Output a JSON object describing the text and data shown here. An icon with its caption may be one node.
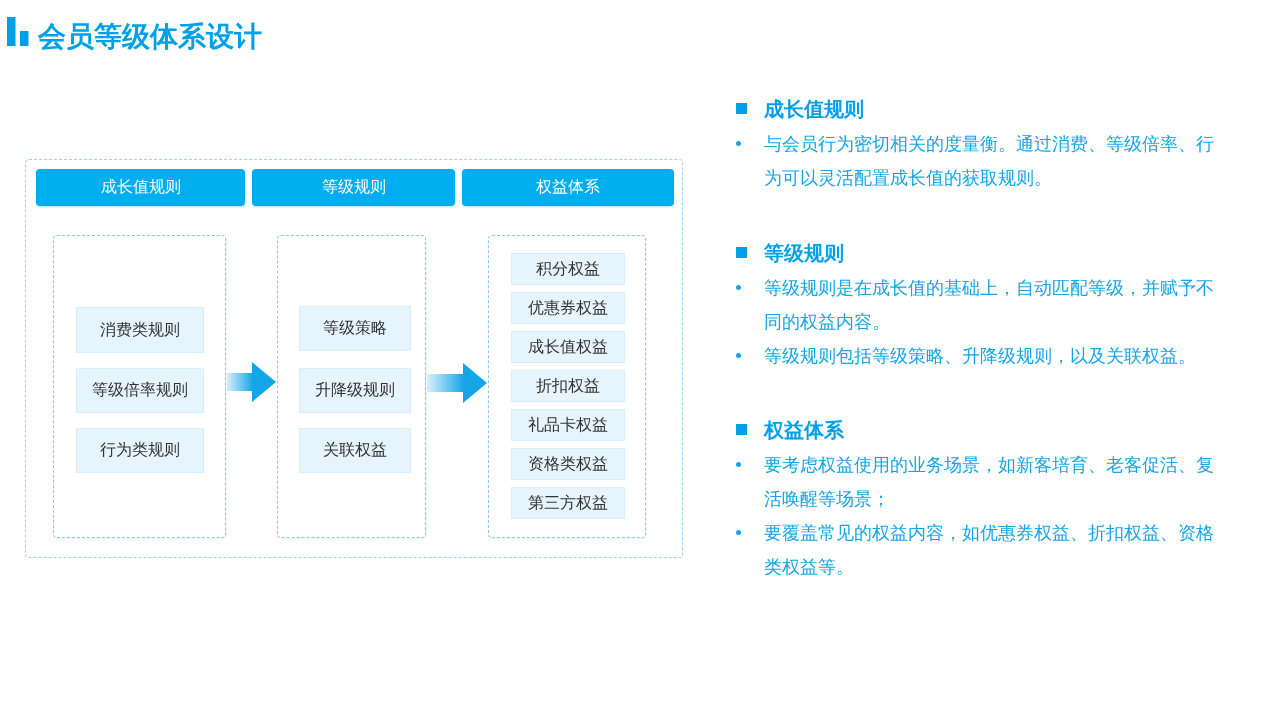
{
  "diagram": {
    "title": "会员等级体系设计",
    "nodes": [
      {
        "text": [],
        "shape": "box"
      },
      {
        "text": [
          "成长值规则"
        ],
        "in": 0
      },
      {
        "text": [
          "等级规则"
        ],
        "in": 0
      },
      {
        "text": [
          "权益体系"
        ],
        "in": 0
      },
      {
        "text": [],
        "shape": "box",
        "in": 0
      },
      {
        "text": [
          "消费类规则"
        ],
        "in": 4
      },
      {
        "text": [
          "等级倍率规则"
        ],
        "in": 4
      },
      {
        "text": [
          "行为类规则"
        ],
        "in": 4
      },
      {
        "text": [],
        "shape": "box",
        "in": 0
      },
      {
        "text": [
          "等级策略"
        ],
        "in": 8
      },
      {
        "text": [
          "升降级规则"
        ],
        "in": 8
      },
      {
        "text": [
          "关联权益"
        ],
        "in": 8
      },
      {
        "text": [],
        "shape": "box",
        "in": 0
      },
      {
        "text": [
          "积分权益"
        ],
        "in": 12
      },
      {
        "text": [
          "优惠券权益"
        ],
        "in": 12
      },
      {
        "text": [
          "成长值权益"
        ],
        "in": 12
      },
      {
        "text": [
          "折扣权益"
        ],
        "in": 12
      },
      {
        "text": [
          "礼品卡权益"
        ],
        "in": 12
      },
      {
        "text": [
          "资格类权益"
        ],
        "in": 12
      },
      {
        "text": [
          "第三方权益"
        ],
        "in": 12
      }
    ],
    "edges": [
      {
        "from": 4,
        "to": 8,
        "arrow": "to"
      },
      {
        "from": 8,
        "to": 12,
        "arrow": "to"
      }
    ],
    "labels": [
      "成长值规则",
      "与会员行为密切相关的度量衡。通过消费、等级倍率、行为可以灵活配置成长值的获取规则。",
      "等级规则",
      "等级规则是在成长值的基础上，自动匹配等级，并赋予不同的权益内容。",
      "等级规则包括等级策略、升降级规则，以及关联权益。",
      "权益体系",
      "要考虑权益使用的业务场景，如新客培育、老客促活、复活唤醒等场景；",
      "要覆盖常见的权益内容，如优惠券权益、折扣权益、资格类权益等。"
    ]
  }
}
